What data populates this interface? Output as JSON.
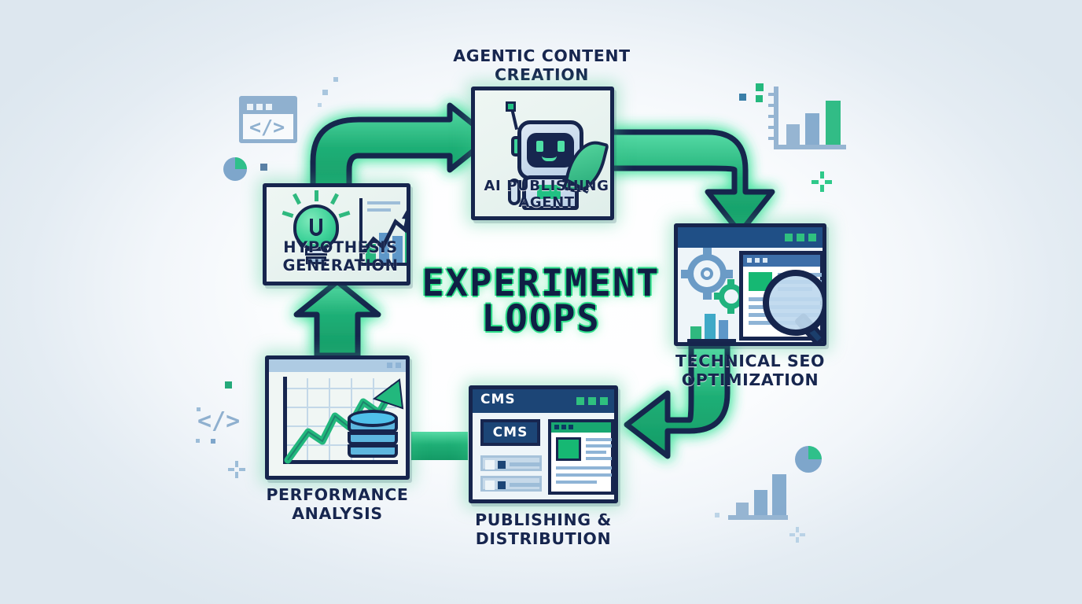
{
  "title": {
    "text": "EXPERIMENT\nLOOPS",
    "color_fill": "#101f45",
    "color_glow": "#2ee08a"
  },
  "theme": {
    "navy": "#16254d",
    "blue": "#1f4f86",
    "green": "#21b37e",
    "green_bright": "#2ee08a",
    "card_bg": "#eaf4f0",
    "bg_edge": "#dde7ef",
    "bg_center": "#ffffff"
  },
  "nodes": [
    {
      "id": "agentic-content-creation",
      "heading": "AGENTIC CONTENT\nCREATION",
      "inner_label": "AI PUBLISHING\nAGENT",
      "icon": "robot-quill-icon"
    },
    {
      "id": "hypothesis-generation",
      "heading": "",
      "inner_label": "HYPOTHESIS\nGENERATION",
      "icon": "lightbulb-growth-chart-icon"
    },
    {
      "id": "technical-seo-optimization",
      "heading": "TECHNICAL SEO\nOPTIMIZATION",
      "inner_label": "",
      "icon": "gears-magnifier-browser-icon"
    },
    {
      "id": "publishing-distribution",
      "heading": "PUBLISHING &\nDISTRIBUTION",
      "inner_label": "",
      "icon": "cms-browser-icon",
      "window_title": "CMS",
      "button_label": "CMS"
    },
    {
      "id": "performance-analysis",
      "heading": "PERFORMANCE\nANALYSIS",
      "inner_label": "",
      "icon": "line-chart-database-icon"
    }
  ],
  "flow": {
    "sequence": [
      "hypothesis-generation",
      "agentic-content-creation",
      "technical-seo-optimization",
      "publishing-distribution",
      "performance-analysis"
    ],
    "arrows": [
      {
        "from": "hypothesis-generation",
        "to": "agentic-content-creation",
        "shape": "curve-up-right"
      },
      {
        "from": "agentic-content-creation",
        "to": "technical-seo-optimization",
        "shape": "curve-right-down"
      },
      {
        "from": "technical-seo-optimization",
        "to": "publishing-distribution",
        "shape": "curve-down-left"
      },
      {
        "from": "publishing-distribution",
        "to": "performance-analysis",
        "shape": "straight-left"
      },
      {
        "from": "performance-analysis",
        "to": "hypothesis-generation",
        "shape": "straight-up"
      }
    ]
  },
  "decorations": [
    {
      "name": "code-window-icon",
      "position": "top-left"
    },
    {
      "name": "pie-chart-icon",
      "position": "left"
    },
    {
      "name": "bar-chart-icon",
      "position": "top-right"
    },
    {
      "name": "sparkle-icon",
      "position": "right"
    },
    {
      "name": "code-glyph-icon",
      "position": "bottom-left"
    },
    {
      "name": "pie-chart-icon",
      "position": "bottom-right"
    },
    {
      "name": "bar-chart-icon",
      "position": "bottom-right"
    }
  ]
}
